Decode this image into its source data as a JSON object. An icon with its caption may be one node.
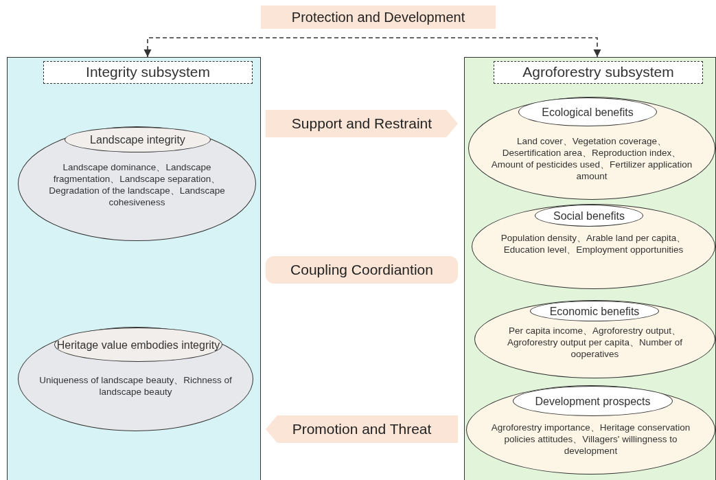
{
  "diagram": {
    "nodes": [
      {
        "text": [
          "Protection and Development"
        ]
      },
      {
        "text": [
          "Integrity subsystem"
        ]
      },
      {
        "text": [
          "Landscape integrity",
          "Landscape dominance、Landscape fragmentation、Landscape separation、Degradation of the landscape、Landscape cohesiveness"
        ],
        "in": 1
      },
      {
        "text": [
          "Heritage value embodies integrity",
          "Uniqueness of landscape beauty、Richness of landscape beauty"
        ],
        "in": 1
      },
      {
        "text": [
          "Agroforestry subsystem"
        ]
      },
      {
        "text": [
          "Ecological benefits",
          "Land cover、Vegetation coverage、Desertification area、Reproduction index、Amount of pesticides used、Fertilizer application amount"
        ],
        "in": 4
      },
      {
        "text": [
          "Social benefits",
          "Population density、Arable land per capita、Education level、Employment opportunities"
        ],
        "in": 4
      },
      {
        "text": [
          "Economic benefits",
          "Per capita income、Agroforestry output、Agroforestry output per capita、Number of ooperatives"
        ],
        "in": 4
      },
      {
        "text": [
          "Development prospects",
          "Agroforestry importance、Heritage conservation policies attitudes、Villagers' willingness to development"
        ],
        "in": 4
      },
      {
        "text": [
          "Support and Restraint"
        ]
      },
      {
        "text": [
          "Coupling Coordiantion"
        ]
      },
      {
        "text": [
          "Promotion and Threat"
        ]
      }
    ],
    "edges": [
      {
        "from": 1,
        "to": 4,
        "arrow": "both",
        "style": "dashed"
      }
    ]
  }
}
